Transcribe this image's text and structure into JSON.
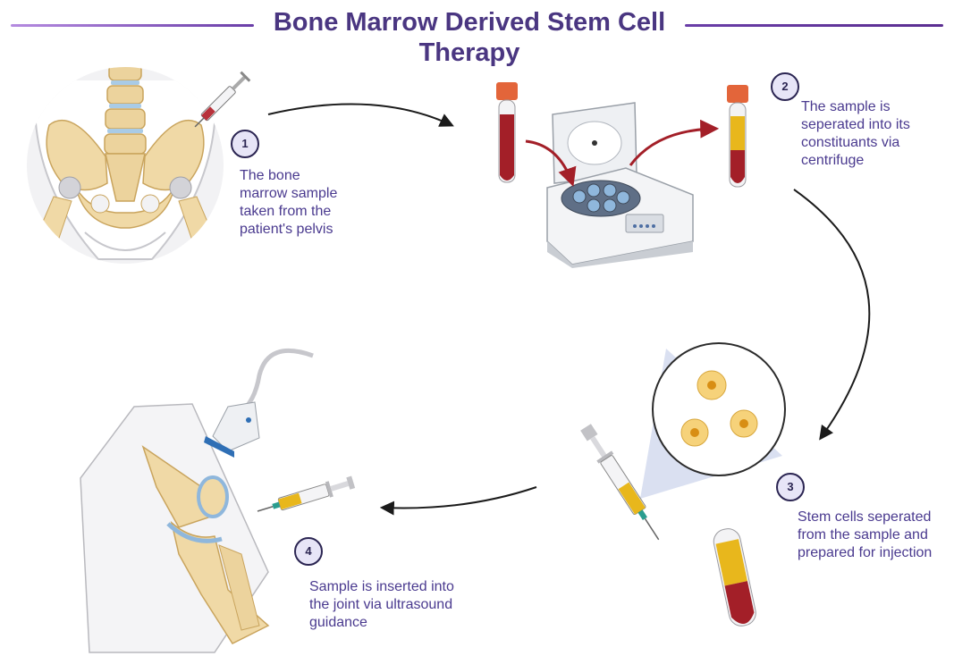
{
  "title": "Bone Marrow Derived Stem Cell Therapy",
  "steps": [
    {
      "number": "1",
      "text": "The bone\nmarrow sample\ntaken from the\npatient's pelvis"
    },
    {
      "number": "2",
      "text": "The sample is\nseperated into its\nconstituants via\ncentrifuge"
    },
    {
      "number": "3",
      "text": "Stem cells seperated\nfrom the sample and\nprepared for injection"
    },
    {
      "number": "4",
      "text": "Sample is inserted into\nthe joint via ultrasound\nguidance"
    }
  ],
  "colors": {
    "title": "#4a3681",
    "step_text": "#4a3a8f",
    "badge_fill": "#e7e5f7",
    "blood": "#a31f28",
    "plasma": "#e8b71c",
    "bone": "#f0d9a6",
    "cartilage": "#8fb7dc"
  },
  "icons": [
    "pelvis-illustration",
    "syringe-icon",
    "blood-tube-icon",
    "centrifuge-icon",
    "separated-tube-icon",
    "stem-cells-magnified",
    "knee-joint-illustration",
    "ultrasound-probe-icon"
  ]
}
